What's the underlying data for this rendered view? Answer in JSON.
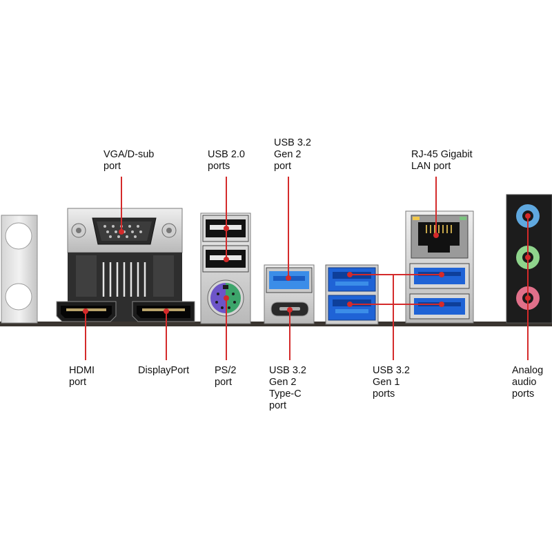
{
  "labels": {
    "vga": [
      "VGA/D-sub",
      "port"
    ],
    "usb20": [
      "USB 2.0",
      "ports"
    ],
    "usb32g2": [
      "USB 3.2",
      "Gen 2",
      "port"
    ],
    "rj45": [
      "RJ-45 Gigabit",
      "LAN port"
    ],
    "hdmi": [
      "HDMI",
      "port"
    ],
    "displayport": [
      "DisplayPort"
    ],
    "ps2": [
      "PS/2",
      "port"
    ],
    "typec": [
      "USB 3.2",
      "Gen 2",
      "Type-C",
      "port"
    ],
    "usb32g1": [
      "USB 3.2",
      "Gen 1",
      "ports"
    ],
    "audio": [
      "Analog",
      "audio",
      "ports"
    ]
  },
  "colors": {
    "leader": "#d42a2a",
    "usb3_blue": "#1f63d6",
    "usb3_light_blue": "#3b8de8",
    "audio_blue": "#5fa8df",
    "audio_green": "#8fd48c",
    "audio_pink": "#e0708a",
    "ps2_green": "#3da56b",
    "ps2_purple": "#6d55c8"
  }
}
